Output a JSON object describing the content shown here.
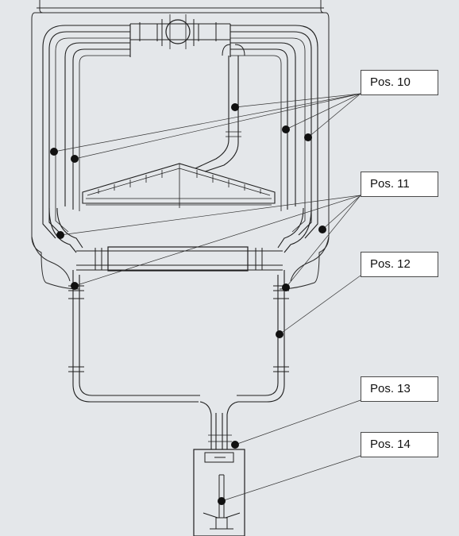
{
  "labels": {
    "pos10": "Pos. 10",
    "pos11": "Pos. 11",
    "pos12": "Pos. 12",
    "pos13": "Pos. 13",
    "pos14": "Pos. 14"
  },
  "colors": {
    "background": "#e4e7ea",
    "drawing_line": "#1f1f1f",
    "callout_line": "#333333",
    "marker": "#111111",
    "label_box": "#ffffff"
  }
}
